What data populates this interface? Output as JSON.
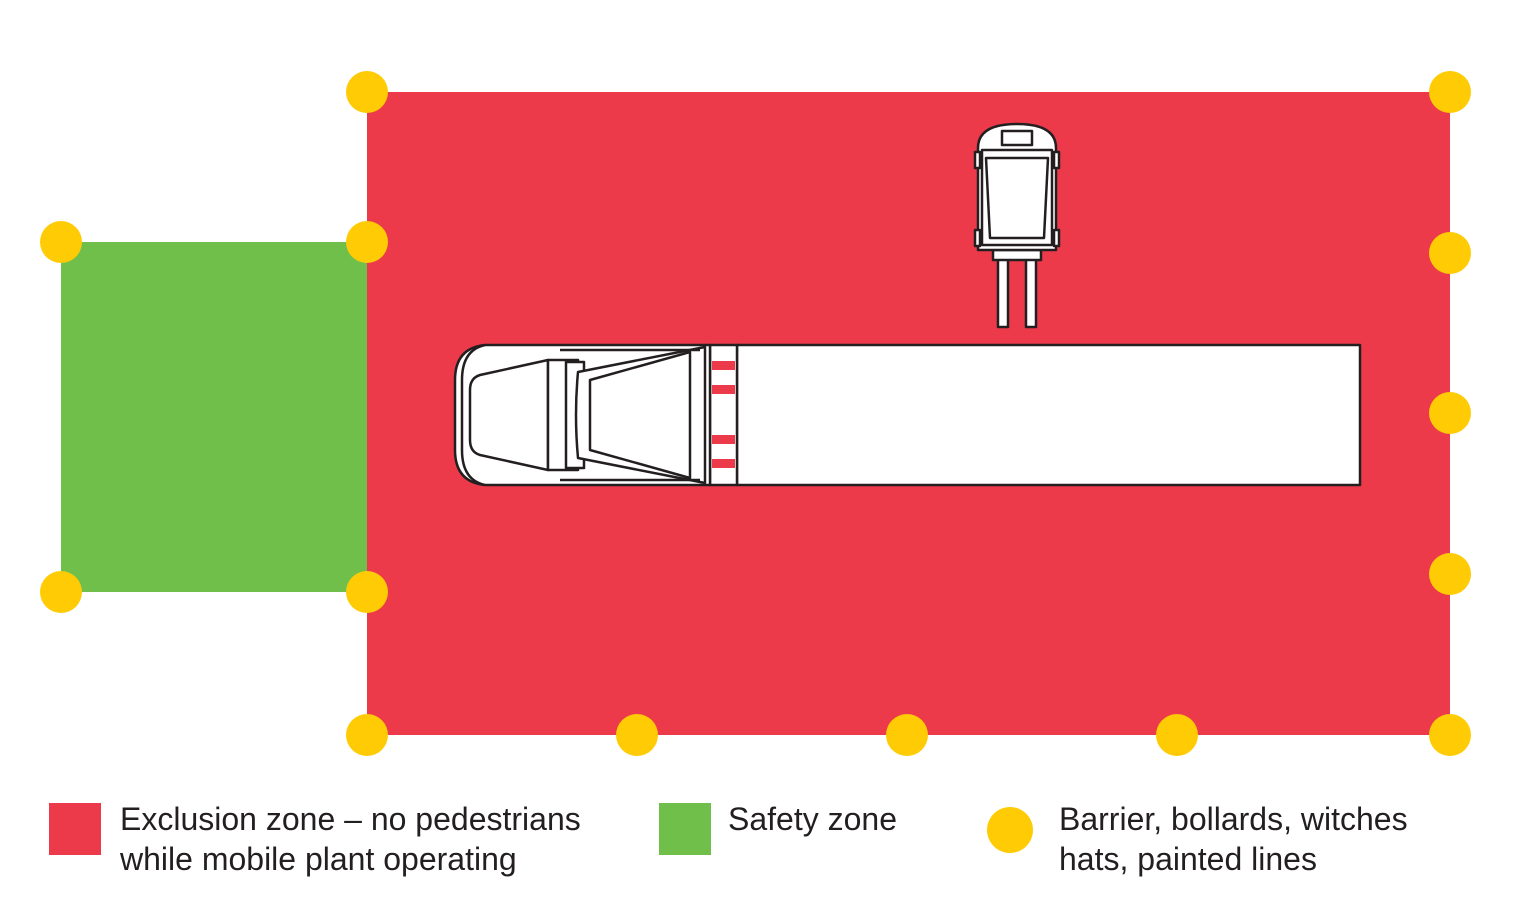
{
  "colors": {
    "exclusion_zone": "#ed3a4a",
    "safety_zone": "#70bf4b",
    "barrier": "#ffcb05",
    "vehicle_fill": "#ffffff",
    "vehicle_outline": "#231f20"
  },
  "legend": {
    "exclusion": {
      "line1": "Exclusion zone – no pedestrians",
      "line2": "while mobile plant operating"
    },
    "safety": {
      "line1": "Safety zone"
    },
    "barrier": {
      "line1": "Barrier, bollards, witches",
      "line2": "hats, painted lines"
    }
  },
  "icons": {
    "truck": "truck-icon",
    "forklift": "forklift-icon",
    "barrier": "barrier-marker-icon"
  }
}
